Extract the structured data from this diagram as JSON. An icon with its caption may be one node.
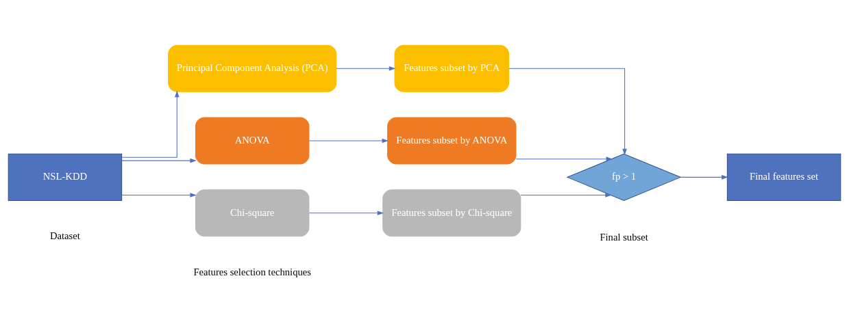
{
  "diagram": {
    "nodes": [
      {
        "text": [
          "NSL-KDD"
        ]
      },
      {
        "text": [
          "ANOVA"
        ]
      },
      {
        "text": [
          "Features subset by ANOVA"
        ]
      },
      {
        "text": [
          "Chi-square"
        ]
      },
      {
        "text": [
          "Features subset by Chi-square"
        ]
      },
      {
        "text": [
          "Principal Component Analysis (PCA)"
        ]
      },
      {
        "text": [
          "Features subset by PCA"
        ]
      },
      {
        "text": [
          "fp > 1"
        ]
      },
      {
        "text": [
          "Final features set"
        ]
      }
    ],
    "edges": [
      {
        "from": 0,
        "to": 1,
        "arrow": "to"
      },
      {
        "from": 0,
        "to": 3,
        "arrow": "to"
      },
      {
        "from": 0,
        "to": 5,
        "arrow": "to"
      },
      {
        "from": 1,
        "to": 2,
        "arrow": "to"
      },
      {
        "from": 3,
        "to": 4,
        "arrow": "to"
      },
      {
        "from": 5,
        "to": 6,
        "arrow": "to"
      },
      {
        "from": 2,
        "to": 7,
        "arrow": "to"
      },
      {
        "from": 4,
        "to": 7,
        "arrow": "to"
      },
      {
        "from": 6,
        "to": 7,
        "arrow": "to"
      },
      {
        "from": 7,
        "to": 8,
        "arrow": "to"
      }
    ],
    "labels": [
      "Dataset",
      "Features selection techniques",
      "Final subset"
    ]
  }
}
